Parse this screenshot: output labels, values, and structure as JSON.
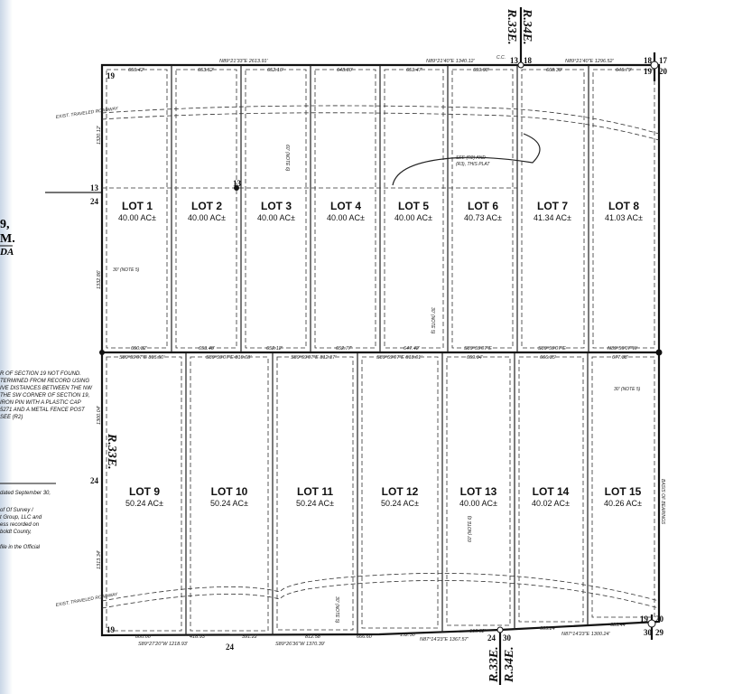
{
  "lots": [
    {
      "name": "LOT 1",
      "area": "40.00 AC±"
    },
    {
      "name": "LOT 2",
      "area": "40.00 AC±"
    },
    {
      "name": "LOT 3",
      "area": "40.00 AC±"
    },
    {
      "name": "LOT 4",
      "area": "40.00 AC±"
    },
    {
      "name": "LOT 5",
      "area": "40.00 AC±"
    },
    {
      "name": "LOT 6",
      "area": "40.73 AC±"
    },
    {
      "name": "LOT 7",
      "area": "41.34 AC±"
    },
    {
      "name": "LOT 8",
      "area": "41.03 AC±"
    },
    {
      "name": "LOT 9",
      "area": "50.24 AC±"
    },
    {
      "name": "LOT 10",
      "area": "50.24 AC±"
    },
    {
      "name": "LOT 11",
      "area": "50.24 AC±"
    },
    {
      "name": "LOT 12",
      "area": "50.24 AC±"
    },
    {
      "name": "LOT 13",
      "area": "40.00 AC±"
    },
    {
      "name": "LOT 14",
      "area": "40.02 AC±"
    },
    {
      "name": "LOT 15",
      "area": "40.26 AC±"
    }
  ],
  "top_dims": [
    "656.42'",
    "653.52'",
    "652.16'",
    "648.80'",
    "651.47'",
    "659.98'",
    "668.39'",
    "646.79'"
  ],
  "top_bearings": [
    "N89°21'33\"E  2613.91'",
    "N89°21'40\"E  1340.12'",
    "N89°21'40\"E  1296.52'"
  ],
  "mid_upper_dims": [
    "650.32'",
    "653.48'",
    "652.12'",
    "652.77'",
    "647.42'",
    "S89°59'07\"E",
    "S89°59'07\"E",
    "N89°59'07\"W"
  ],
  "mid_lower_dims": [
    "S89°59'07\"E  815.50'",
    "S89°59'07\"E  810.08'",
    "S89°59'07\"E  812.17'",
    "S89°59'07\"E  818.01'",
    "659.94'",
    "666.35'",
    "677.38'"
  ],
  "bottom_dims": [
    "800.00'",
    "418.93'",
    "391.22'",
    "812.58'",
    "666.60'",
    "152.30'",
    "660.82'",
    "669.24'",
    "685.44'"
  ],
  "bottom_bearings": [
    "S89°27'20\"W  1218.93'",
    "S89°26'36\"W  1370.39'",
    "N87°14'23\"E  1367.57'",
    "N87°14'23\"E  1300.24'"
  ],
  "left_dims": [
    "1320.12'",
    "1332.86'",
    "1300.04'",
    "1313.34'"
  ],
  "corners": {
    "c19_tl": "19",
    "c13_l": "13",
    "c24_l": "24",
    "c13_mid": "13",
    "c13_top": "13",
    "c18_top": "18",
    "c18_r": "18",
    "c17": "17",
    "c19_r": "19",
    "c20_r": "20",
    "c24_left2": "24",
    "c19_bl": "19",
    "c24_bot": "24",
    "c24_bot2": "24",
    "c30_bot": "30",
    "c19_br": "19",
    "c20_br": "20",
    "c30_br": "30",
    "c29": "29",
    "cc": "C.C."
  },
  "ranges": {
    "r34_top": "R.34E.",
    "r33_top": "R.33E.",
    "r33_left": "R.33E.",
    "r33_bot": "R.33E.",
    "r34_bot": "R.34E."
  },
  "notes": {
    "roadway_top": "EXIST. TRAVELED ROADWAY",
    "roadway_bottom": "EXIST. TRAVELED ROADWAY",
    "see_r2": "SEE (R2) AND",
    "see_r3": "(R3), THIS PLAT",
    "note5_left": "30' (NOTE 5)",
    "note5_right": "30' (NOTE 5)",
    "note6_top": "60' (NOTE 6)",
    "note6_bot": "60' (NOTE 6)",
    "note5_mid": "30' (NOTE 5)",
    "note5_bot": "30' (NOTE 5)",
    "basis": "BASIS OF BEARINGS"
  },
  "margin_text": {
    "title_a": "9,",
    "title_b": "M.",
    "title_c": "DA",
    "corner_note": [
      "R OF SECTION 19 NOT FOUND.",
      "TERMINED FROM RECORD USING",
      "IVE DISTANCES BETWEEN THE NW",
      "THE SW CORNER OF SECTION 19,",
      "IRON PIN WITH A PLASTIC CAP",
      "5271 AND A METAL FENCE POST",
      "SEE (R2)"
    ],
    "dated": "dated September 30,",
    "survey": [
      "of Of Survey /",
      "t Group, LLC and",
      "ess recorded on",
      "boldt County,"
    ],
    "official": "file in the Official"
  }
}
